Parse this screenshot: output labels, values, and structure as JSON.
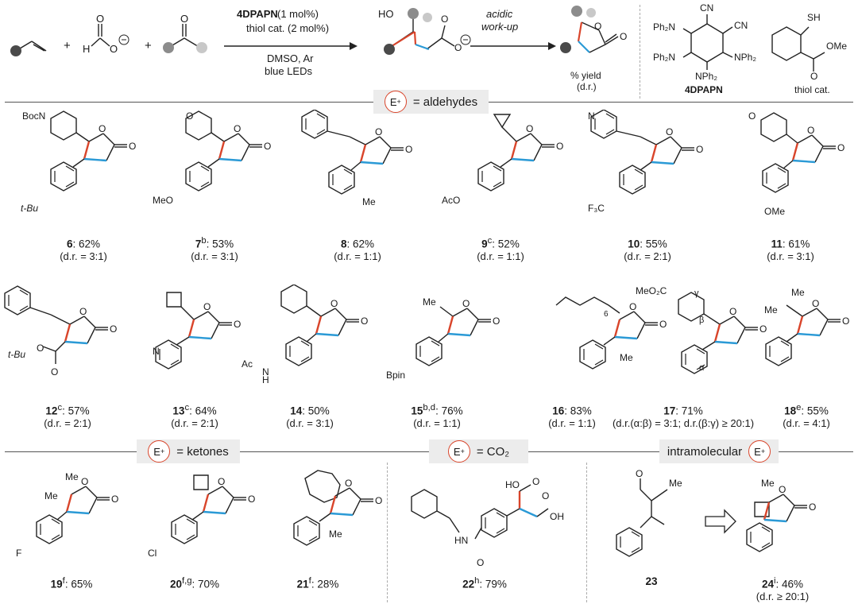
{
  "header": {
    "catalyst_line": "4DPAPN",
    "catalyst_loading": " (1 mol%)",
    "thiol_line": "thiol cat. (2 mol%)",
    "solvent": "DMSO, Ar",
    "light": "blue LEDs",
    "workup_1": "acidic",
    "workup_2": "work-up",
    "yield_label": "% yield",
    "dr_label": "(d.r.)",
    "photocat_name": "4DPAPN",
    "thiol_name": "thiol cat.",
    "plus": "+",
    "formate_H": "H",
    "formate_O": "O",
    "carbonyl_O": "O",
    "HO": "HO",
    "CN": "CN",
    "NPh2": "NPh₂",
    "Ph2N": "Ph₂N",
    "SH": "SH",
    "OMe": "OMe"
  },
  "banners": {
    "aldehydes": "= aldehydes",
    "ketones": "= ketones",
    "co2": "= CO₂",
    "intramolecular": "intramolecular",
    "eplus": "E",
    "eplus_sup": "+"
  },
  "row1": [
    {
      "id": "6",
      "sup": "",
      "yield": ": 62%",
      "dr": "(d.r. = 3:1)",
      "sub": "BocN",
      "aryl": "t-Bu"
    },
    {
      "id": "7",
      "sup": "b",
      "yield": ": 53%",
      "dr": "(d.r. = 3:1)",
      "sub": "O",
      "aryl": "MeO"
    },
    {
      "id": "8",
      "sup": "",
      "yield": ": 62%",
      "dr": "(d.r. = 1:1)",
      "sub": "",
      "aryl": "Me"
    },
    {
      "id": "9",
      "sup": "c",
      "yield": ": 52%",
      "dr": "(d.r. = 1:1)",
      "sub": "",
      "aryl": "AcO"
    },
    {
      "id": "10",
      "sup": "",
      "yield": ": 55%",
      "dr": "(d.r. = 2:1)",
      "sub": "N",
      "aryl": "F₃C"
    },
    {
      "id": "11",
      "sup": "",
      "yield": ": 61%",
      "dr": "(d.r. = 3:1)",
      "sub": "O",
      "aryl": "OMe"
    }
  ],
  "row2": [
    {
      "id": "12",
      "sup": "c",
      "yield": ": 57%",
      "dr": "(d.r. = 2:1)",
      "sub": "",
      "aryl": "t-Bu"
    },
    {
      "id": "13",
      "sup": "c",
      "yield": ": 64%",
      "dr": "(d.r. = 2:1)",
      "sub": "",
      "aryl": "N"
    },
    {
      "id": "14",
      "sup": "",
      "yield": ": 50%",
      "dr": "(d.r. = 3:1)",
      "sub": "",
      "aryl": "Ac"
    },
    {
      "id": "15",
      "sup": "b,d",
      "yield": ": 76%",
      "dr": "(d.r. = 1:1)",
      "sub": "Me",
      "aryl": "Bpin"
    },
    {
      "id": "16",
      "sup": "",
      "yield": ": 83%",
      "dr": "(d.r. = 1:1)",
      "sub": "6",
      "aryl": "Me"
    },
    {
      "id": "17",
      "sup": "",
      "yield": ": 71%",
      "dr": "(d.r.(α:β) = 3:1; d.r.(β:γ) ≥ 20:1)",
      "sub": "MeO₂C",
      "aryl": ""
    },
    {
      "id": "18",
      "sup": "e",
      "yield": ": 55%",
      "dr": "(d.r. = 4:1)",
      "sub": "Me",
      "aryl": ""
    }
  ],
  "row3": [
    {
      "id": "19",
      "sup": "f",
      "yield": ": 65%",
      "dr": "",
      "sub": "Me",
      "aryl": "F"
    },
    {
      "id": "20",
      "sup": "f,g",
      "yield": ": 70%",
      "dr": "",
      "sub": "",
      "aryl": "Cl"
    },
    {
      "id": "21",
      "sup": "f",
      "yield": ": 28%",
      "dr": "",
      "sub": "",
      "aryl": "Me"
    },
    {
      "id": "22",
      "sup": "h",
      "yield": ": 79%",
      "dr": "",
      "sub": "HO",
      "aryl": "HN"
    },
    {
      "id": "23",
      "sup": "",
      "yield": "",
      "dr": "",
      "sub": "O",
      "aryl": "Me"
    },
    {
      "id": "24",
      "sup": "i",
      "yield": ": 46%",
      "dr": "(d.r. ≥ 20:1)",
      "sub": "Me",
      "aryl": ""
    }
  ],
  "colors": {
    "red_bond": "#d9452b",
    "blue_bond": "#2b9ad6",
    "dark_ball": "#4a4a4a",
    "mid_ball": "#8c8c8c",
    "light_ball": "#c8c8c8"
  }
}
